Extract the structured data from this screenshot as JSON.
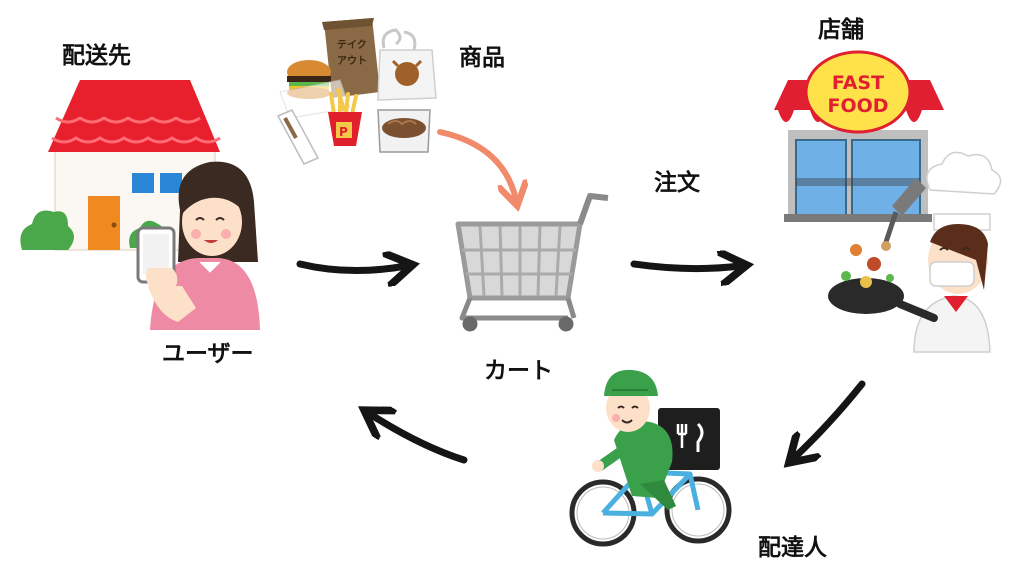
{
  "labels": {
    "destination": "配送先",
    "products": "商品",
    "store": "店舗",
    "order": "注文",
    "user": "ユーザー",
    "cart": "カート",
    "courier": "配達人"
  },
  "illustration_text": {
    "bag_text_1": "テイク",
    "bag_text_2": "アウト",
    "fries_letter": "P",
    "store_sign_1": "FAST",
    "store_sign_2": "FOOD"
  },
  "colors": {
    "roof": "#e8202e",
    "awning": "#e02030",
    "sign": "#ffe24a",
    "arrow": "#151515",
    "products_arrow": "#f08a6a",
    "rider_green": "#3aa04a",
    "sweater": "#ef8aa4"
  },
  "icons": [
    "house-icon",
    "woman-phone-icon",
    "takeout-food-icon",
    "shopping-cart-icon",
    "fast-food-store-icon",
    "chef-icon",
    "delivery-bicycle-icon"
  ]
}
